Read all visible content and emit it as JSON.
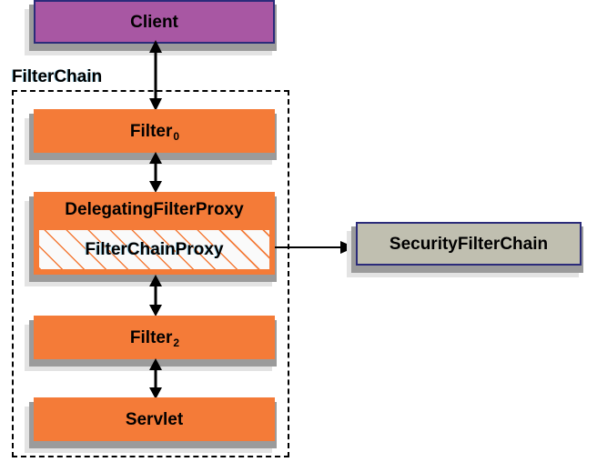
{
  "diagram": {
    "title": "Spring Security FilterChain / DelegatingFilterProxy diagram",
    "colors": {
      "client_fill": "#a857a3",
      "filter_fill": "#f47b38",
      "security_fill": "#c0bfb0",
      "node_border": "#2b2b7a",
      "hatch_line": "#f47b38",
      "hatch_bg": "#fafafa",
      "shadow_dark": "#9b9b9b",
      "shadow_light": "#e3e3e3",
      "connector": "#000000",
      "group_border": "#000000",
      "label_text": "#000000"
    },
    "group": {
      "label": "FilterChain",
      "border_style": "dashed"
    },
    "nodes": {
      "client": {
        "label": "Client",
        "type": "actor"
      },
      "filter0": {
        "label": "Filter",
        "subscript": "0",
        "type": "filter"
      },
      "delegating_filter_proxy": {
        "label": "DelegatingFilterProxy",
        "type": "filter"
      },
      "filter_chain_proxy": {
        "label": "FilterChainProxy",
        "type": "nested-hatched"
      },
      "filter2": {
        "label": "Filter",
        "subscript": "2",
        "type": "filter"
      },
      "servlet": {
        "label": "Servlet",
        "type": "filter"
      },
      "security_filter_chain": {
        "label": "SecurityFilterChain",
        "type": "component"
      }
    },
    "connectors": [
      {
        "name": "client-to-filter0",
        "from": "client",
        "to": "filter0",
        "arrowheads": "both",
        "orientation": "vertical"
      },
      {
        "name": "filter0-to-delegating-filter-proxy",
        "from": "filter0",
        "to": "delegating_filter_proxy",
        "arrowheads": "both",
        "orientation": "vertical"
      },
      {
        "name": "delegating-filter-proxy-to-filter2",
        "from": "delegating_filter_proxy",
        "to": "filter2",
        "arrowheads": "both",
        "orientation": "vertical"
      },
      {
        "name": "filter2-to-servlet",
        "from": "filter2",
        "to": "servlet",
        "arrowheads": "both",
        "orientation": "vertical"
      },
      {
        "name": "filter-chain-proxy-to-security-filter-chain",
        "from": "filter_chain_proxy",
        "to": "security_filter_chain",
        "arrowheads": "end",
        "orientation": "horizontal"
      }
    ]
  }
}
